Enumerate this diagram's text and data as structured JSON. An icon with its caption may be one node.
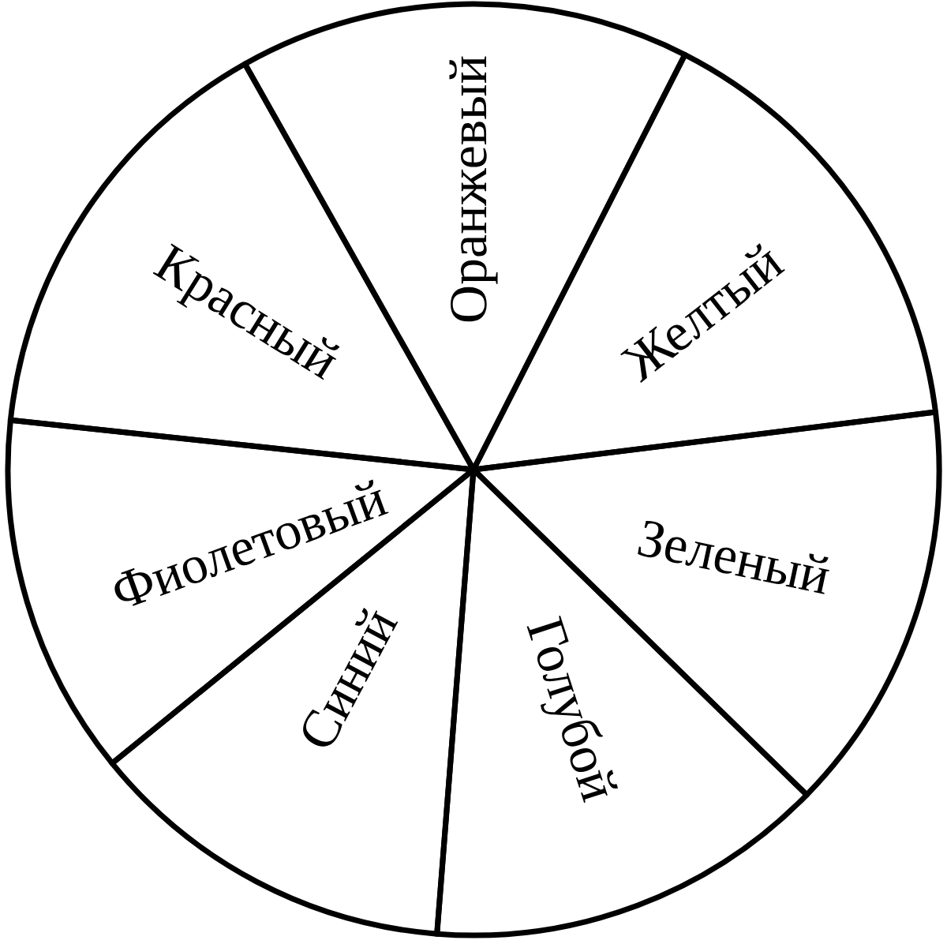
{
  "diagram": {
    "nodes": [
      {
        "text": [
          "Красный"
        ]
      },
      {
        "text": [
          "Оранжевый"
        ]
      },
      {
        "text": [
          "Желтый"
        ]
      },
      {
        "text": [
          "Зеленый"
        ]
      },
      {
        "text": [
          "Голубой"
        ]
      },
      {
        "text": [
          "Синий"
        ]
      },
      {
        "text": [
          "Фиолетовый"
        ]
      }
    ]
  }
}
